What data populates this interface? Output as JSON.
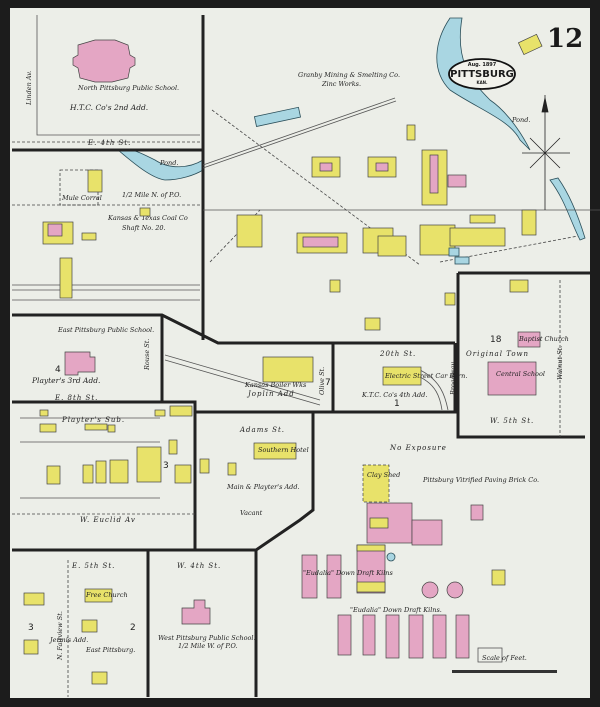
{
  "sheet": {
    "number": "12",
    "title": "PITTSBURG",
    "state": "KAN.",
    "date": "Aug. 1897"
  },
  "labels": {
    "north_school": "North Pittsburg Public School.",
    "add_htc_2nd": "H.T.C. Co's 2nd Add.",
    "linden_av": "Linden Av.",
    "e_4th_st": "E. 4th St.",
    "pond": "Pond.",
    "mule_corral": "Mule Corral",
    "half_mile": "1/2 Mile N. of P.O.",
    "coal_co": "Kansas & Texas Coal Co",
    "shaft": "Shaft No. 20.",
    "smelting": "Granby Mining & Smelting Co.",
    "zinc_works": "Zinc Works.",
    "pond2": "Pond.",
    "east_school": "East Pittsburg Public School.",
    "add_playter_3rd": "Playter's 3rd Add.",
    "rouse_st": "Rouse St.",
    "e_8th_st": "E. 8th St.",
    "playter_sub": "Playter's Sub.",
    "w_euclid": "W. Euclid Av",
    "boiler_works": "Kansas Boiler Wks",
    "joplin_add": "Joplin Add",
    "olive_st": "Olive St.",
    "twentieth_st": "20th St.",
    "car_barn": "Electric Street Car Barn.",
    "add_htc_4th": "K.T.C. Co's 4th Add.",
    "broadway": "Broadway",
    "original_town": "Original Town",
    "central_school": "Central School",
    "church": "Baptist Church",
    "walnut_st": "Walnut St.",
    "w_5th_st": "W. 5th St.",
    "adams_st": "Adams St.",
    "southern_hotel": "Southern Hotel",
    "main_playter": "Main & Playter's Add.",
    "vacant": "Vacant",
    "e_5th_st": "E. 5th St.",
    "fairview_st": "N. Fairview St.",
    "jermis_add": "Jermis Add.",
    "east_pittsburg": "East Pittsburg.",
    "w_4th_st": "W. 4th St.",
    "west_school": "West Pittsburg Public School.",
    "west_school_dist": "1/2 Mile W. of P.O.",
    "brick_co": "Pittsburg Vitrified Paving Brick Co.",
    "clay_shed": "Clay Shed",
    "eudalia1": "\"Eudalia\" Down Draft Kilns",
    "eudalia2": "\"Eudalia\" Down Draft Kilns.",
    "no_exposure": "No Exposure",
    "scale": "Scale of Feet.",
    "baptist_church_small": "Free Church",
    "block_nums": [
      "4",
      "3",
      "3",
      "2",
      "7",
      "1",
      "18"
    ]
  },
  "colors": {
    "brick": "#e4a6c4",
    "frame": "#e8e26a",
    "water": "#a9d6e2"
  }
}
